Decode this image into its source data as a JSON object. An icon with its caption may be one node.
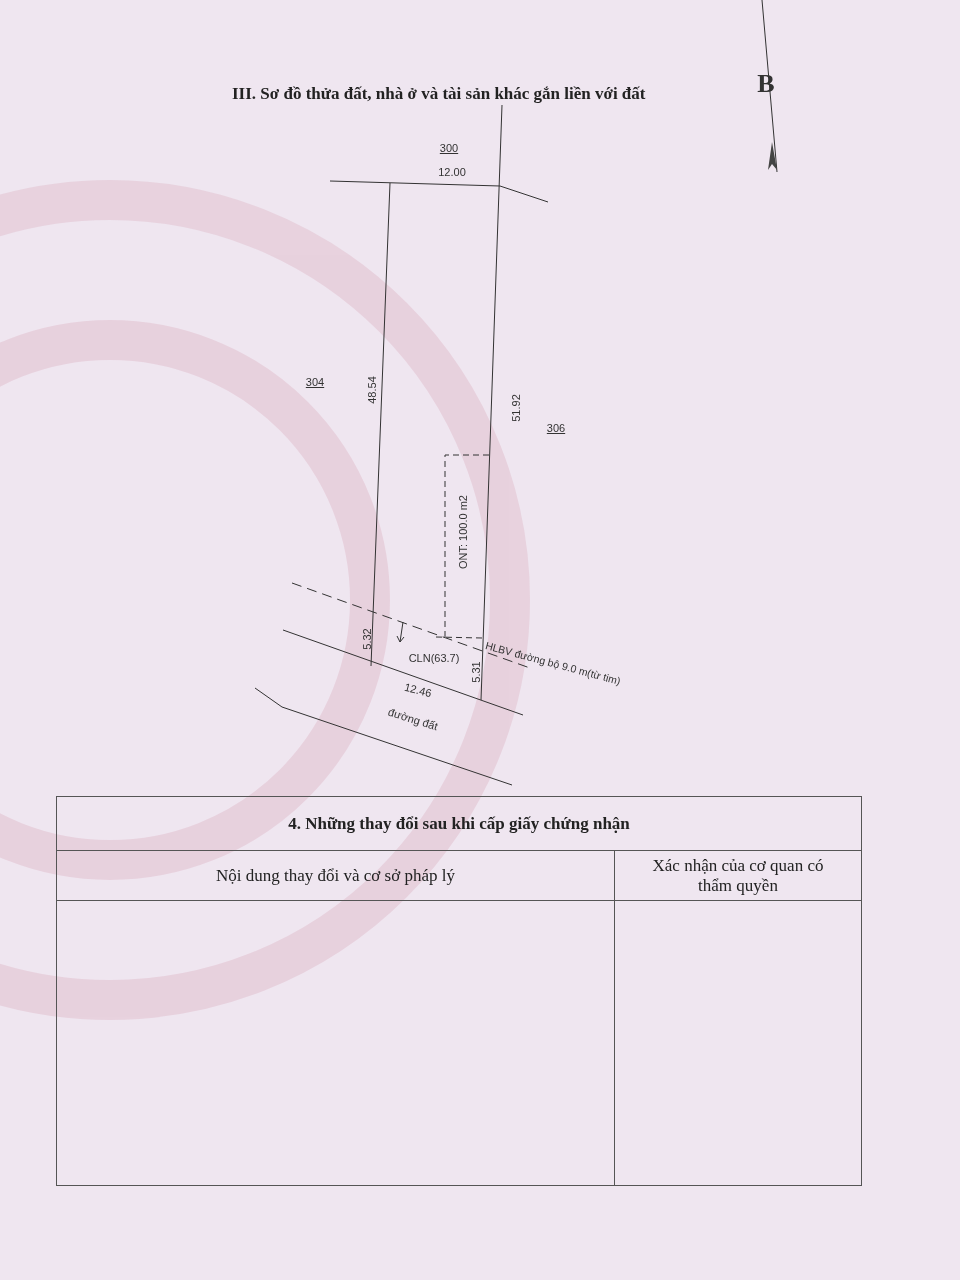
{
  "diagram": {
    "title": "III. Sơ đồ thửa đất, nhà ở và tài sản khác gắn liền với đất",
    "labels": [
      "B",
      "300",
      "12.00",
      "304",
      "48.54",
      "51.92",
      "306",
      "ONT: 100.0 m2",
      "5.32",
      "HLBV đường bộ 9.0 m(từ tim)",
      "CLN(63.7)",
      "5.31",
      "12.46",
      "đường đất",
      "4. Những thay đổi sau khi cấp giấy chứng nhận",
      "Nội dung thay đổi và cơ sở pháp lý",
      "Xác nhận của cơ quan có thẩm quyền"
    ]
  }
}
